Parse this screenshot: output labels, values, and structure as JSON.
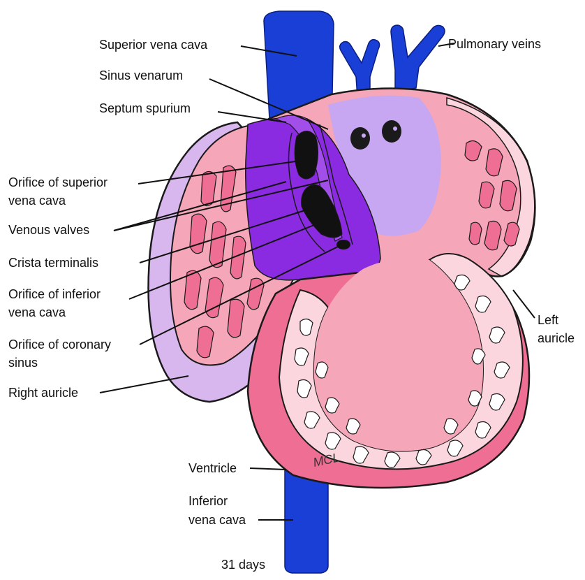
{
  "labels": {
    "superior_vena_cava": "Superior vena cava",
    "pulmonary_veins": "Pulmonary veins",
    "sinus_venarum": "Sinus venarum",
    "septum_spurium": "Septum spurium",
    "orifice_superior_1": "Orifice of superior",
    "orifice_superior_2": "vena cava",
    "venous_valves": "Venous valves",
    "crista_terminalis": "Crista terminalis",
    "orifice_inferior_1": "Orifice of inferior",
    "orifice_inferior_2": "vena cava",
    "orifice_coronary_1": "Orifice of coronary",
    "orifice_coronary_2": "sinus",
    "right_auricle": "Right auricle",
    "left_auricle_1": "Left",
    "left_auricle_2": "auricle",
    "ventricle": "Ventricle",
    "inferior_vena_cava_1": "Inferior",
    "inferior_vena_cava_2": "vena cava",
    "caption": "31 days",
    "signature": "MCL"
  },
  "colors": {
    "vein_blue": "#1a3fd6",
    "atrium_pink": "#f5a6b8",
    "pink_light": "#fbd6df",
    "pink_deep": "#ee6f93",
    "sinus_purple": "#8a2be2",
    "lavender": "#c7a6f2",
    "auricle_lavender": "#d8b6ee",
    "outline": "#1a1a1a"
  }
}
